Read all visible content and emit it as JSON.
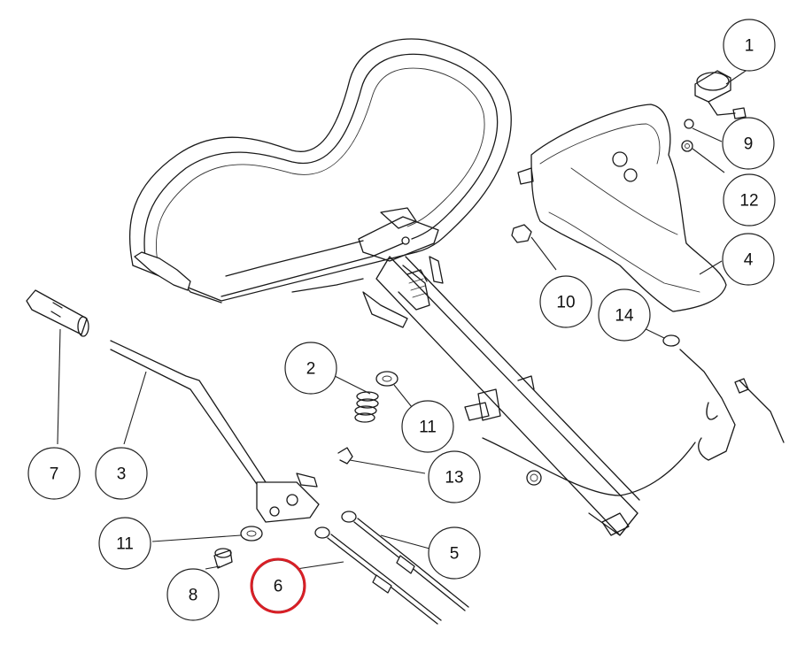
{
  "diagram": {
    "callouts": [
      {
        "id": "callout-1",
        "label": "1"
      },
      {
        "id": "callout-9",
        "label": "9"
      },
      {
        "id": "callout-12",
        "label": "12"
      },
      {
        "id": "callout-4",
        "label": "4"
      },
      {
        "id": "callout-10",
        "label": "10"
      },
      {
        "id": "callout-14",
        "label": "14"
      },
      {
        "id": "callout-2",
        "label": "2"
      },
      {
        "id": "callout-11a",
        "label": "11"
      },
      {
        "id": "callout-13",
        "label": "13"
      },
      {
        "id": "callout-7",
        "label": "7"
      },
      {
        "id": "callout-3",
        "label": "3"
      },
      {
        "id": "callout-11b",
        "label": "11"
      },
      {
        "id": "callout-5",
        "label": "5"
      },
      {
        "id": "callout-8",
        "label": "8"
      },
      {
        "id": "callout-6",
        "label": "6"
      }
    ],
    "highlighted_callout": "6",
    "highlight_color": "#d81f26",
    "line_color": "#1a1a1a"
  }
}
